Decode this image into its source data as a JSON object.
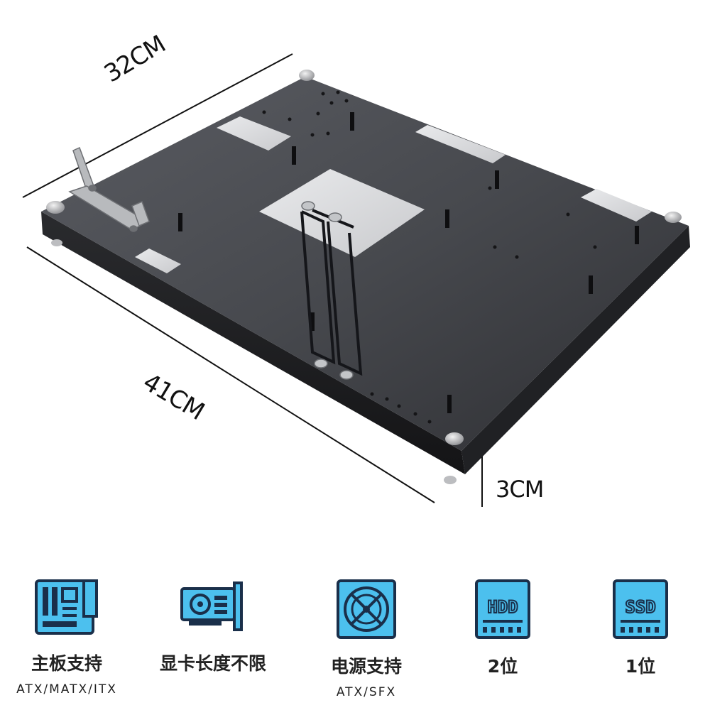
{
  "dimensions": {
    "width": "32CM",
    "length": "41CM",
    "height": "3CM"
  },
  "features": [
    {
      "icon": "motherboard-icon",
      "title": "主板支持",
      "subtitle": "ATX/MATX/ITX"
    },
    {
      "icon": "graphics-card-icon",
      "title": "显卡长度不限",
      "subtitle": ""
    },
    {
      "icon": "power-supply-icon",
      "title": "电源支持",
      "subtitle": "ATX/SFX"
    },
    {
      "icon": "hdd-icon",
      "title": "2位",
      "subtitle": "",
      "badge": "HDD"
    },
    {
      "icon": "ssd-icon",
      "title": "1位",
      "subtitle": "",
      "badge": "SSD"
    }
  ],
  "colors": {
    "icon_outline": "#1a2f4a",
    "icon_fill": "#4cc0ee",
    "plate": "#35363a",
    "background": "#ffffff"
  }
}
